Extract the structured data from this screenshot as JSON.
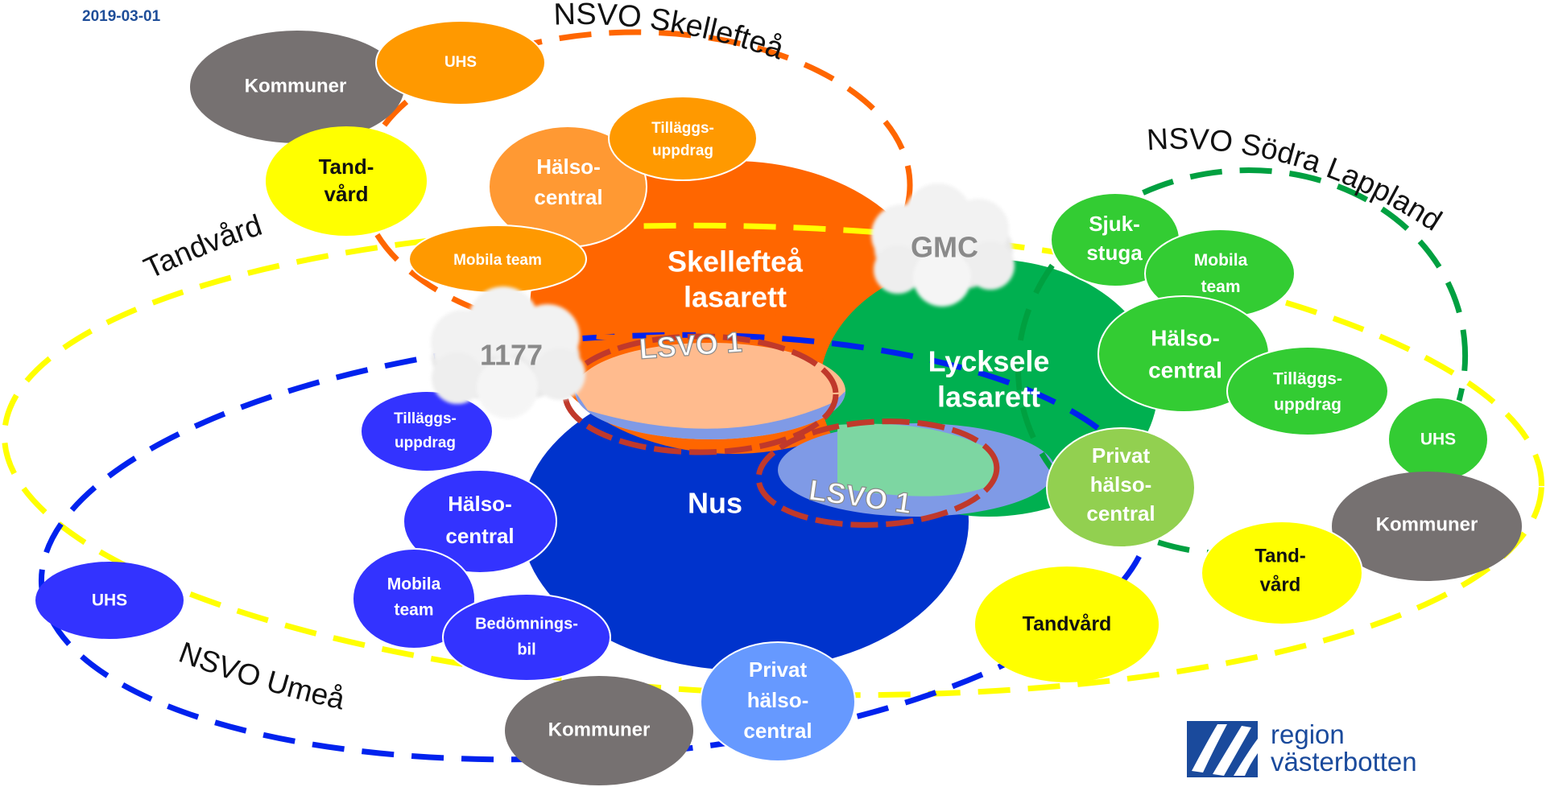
{
  "date": "2019-03-01",
  "network_labels": {
    "skelleftea": "NSVO Skellefteå",
    "sodra_lappland": "NSVO Södra Lappland",
    "umea": "NSVO Umeå",
    "tandvard": "Tandvård"
  },
  "hospitals": {
    "skelleftea": [
      "Skellefteå",
      "lasarett"
    ],
    "lycksele": [
      "Lycksele",
      "lasarett"
    ],
    "nus": [
      "Nus"
    ]
  },
  "overlap_labels": {
    "lsvo_top": "LSVO 1",
    "lsvo_bottom": "LSVO 1"
  },
  "clouds": {
    "gmc": "GMC",
    "c1177": "1177"
  },
  "skelleftea_units": {
    "kommuner": [
      "Kommuner"
    ],
    "uhs": [
      "UHS"
    ],
    "tandvard": [
      "Tand-",
      "vård"
    ],
    "halsocentral": [
      "Hälso-",
      "central"
    ],
    "tillaggsuppdrag": [
      "Tilläggs-",
      "uppdrag"
    ],
    "mobila_team": [
      "Mobila team"
    ]
  },
  "lappland_units": {
    "sjukstuga": [
      "Sjuk-",
      "stuga"
    ],
    "mobila_team": [
      "Mobila",
      "team"
    ],
    "halsocentral": [
      "Hälso-",
      "central"
    ],
    "tillaggsuppdrag": [
      "Tilläggs-",
      "uppdrag"
    ],
    "uhs": [
      "UHS"
    ],
    "privat_halsocentral": [
      "Privat",
      "hälso-",
      "central"
    ],
    "kommuner": [
      "Kommuner"
    ],
    "tandvard": [
      "Tand-",
      "vård"
    ]
  },
  "umea_units": {
    "tillaggsuppdrag": [
      "Tilläggs-",
      "uppdrag"
    ],
    "halsocentral": [
      "Hälso-",
      "central"
    ],
    "mobila_team": [
      "Mobila",
      "team"
    ],
    "bedomningsbil": [
      "Bedömnings-",
      "bil"
    ],
    "uhs": [
      "UHS"
    ],
    "kommuner": [
      "Kommuner"
    ],
    "privat_halsocentral": [
      "Privat",
      "hälso-",
      "central"
    ],
    "tandvard": [
      "Tandvård"
    ]
  },
  "logo": {
    "line1": "region",
    "line2": "västerbotten"
  },
  "colors": {
    "skelleftea": "#ff6600",
    "skelleftea_units": "#ff9900",
    "lycksele": "#00b050",
    "lappland_units": "#33cc33",
    "nus": "#0033cc",
    "umea_units": "#3333ff",
    "kommuner": "#767171",
    "tandvard": "#ffff00",
    "lsvo_ring": "#c0392b",
    "brand": "#1a4a9c"
  }
}
